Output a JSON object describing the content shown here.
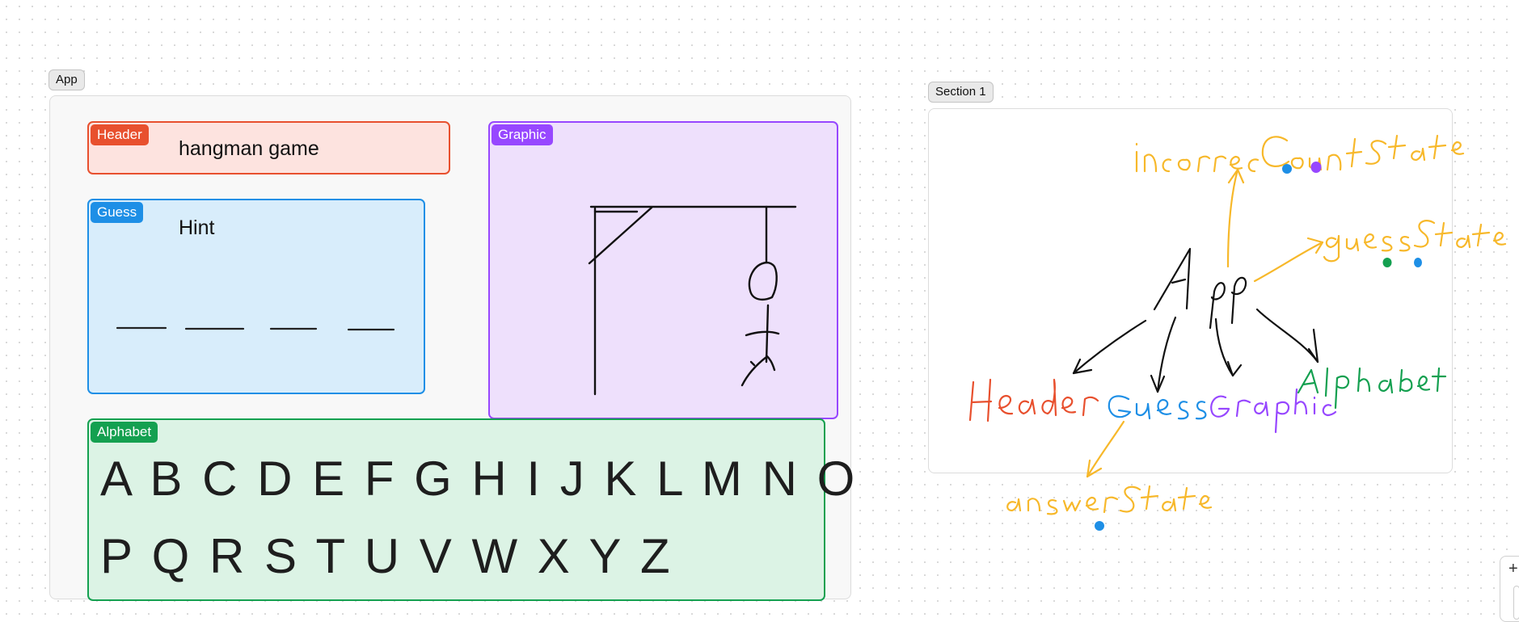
{
  "canvas": {
    "app_frame": {
      "title": "App",
      "header": {
        "tag": "Header",
        "title": "hangman game"
      },
      "guess": {
        "tag": "Guess",
        "hint": "Hint"
      },
      "graphic": {
        "tag": "Graphic"
      },
      "alphabet": {
        "tag": "Alphabet",
        "row1": "A B C D E F G H I J K L M N O",
        "row2": "P Q R S T U V W X Y Z"
      }
    },
    "section1": {
      "title": "Section 1",
      "handwriting": {
        "root": "App",
        "children": [
          "Header",
          "Guess",
          "Graphic",
          "Alphabet"
        ],
        "states": [
          "incorrectCountState",
          "guessState",
          "answerState"
        ]
      }
    }
  },
  "zoom_control": {
    "plus_icon": "+"
  },
  "colors": {
    "header": "#e8502e",
    "guess": "#1e8fe6",
    "graphic": "#9747ff",
    "alphabet": "#14a050",
    "state_ink": "#f7b82a"
  }
}
